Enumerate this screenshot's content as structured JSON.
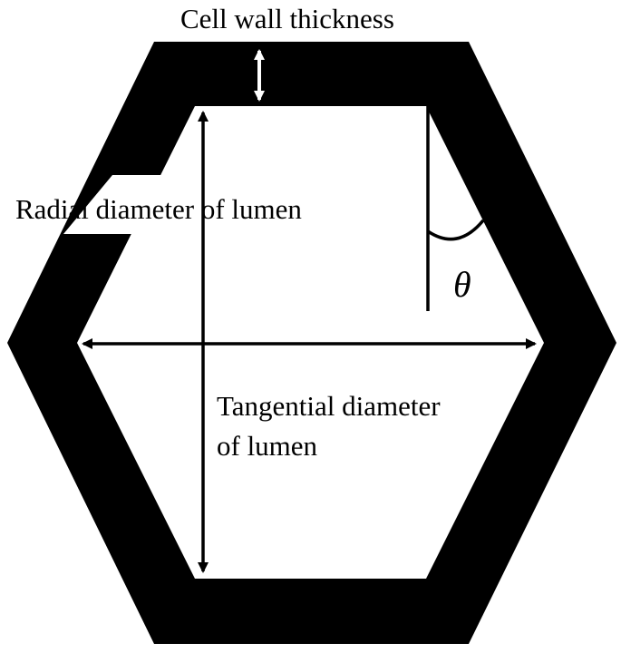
{
  "labels": {
    "cell_wall_thickness": "Cell wall thickness",
    "radial_diameter": "Radial diameter  of lumen",
    "tangential_line1": "Tangential diameter",
    "tangential_line2": "of lumen",
    "angle": "θ"
  },
  "colors": {
    "wall": "#000000",
    "lumen": "#ffffff",
    "annotation": "#000000",
    "thickness_arrow": "#ffffff"
  }
}
